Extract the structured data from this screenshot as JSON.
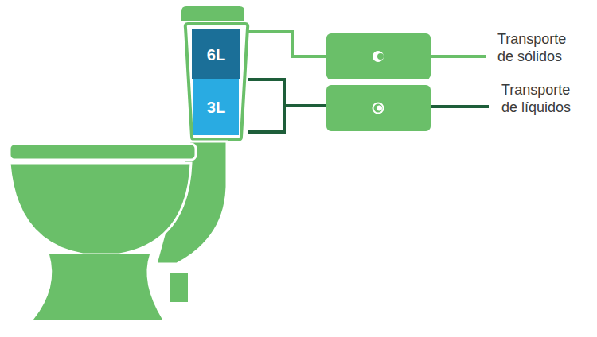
{
  "diagram": {
    "nodes": [
      {
        "text": [
          "6L"
        ]
      },
      {
        "text": [
          "3L"
        ]
      }
    ],
    "labels": [
      "Transporte de sólidos",
      "Transporte de líquidos"
    ]
  }
}
